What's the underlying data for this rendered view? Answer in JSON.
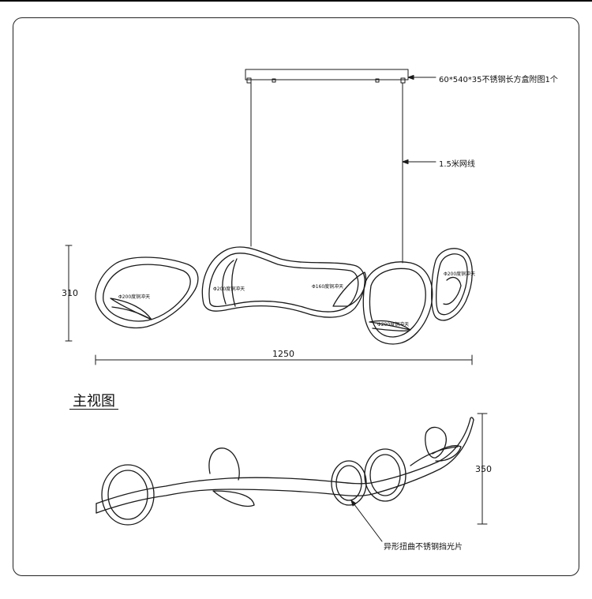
{
  "front_view": {
    "title": "主视图",
    "canopy_label": "60*540*35不锈钢长方盒附图1个",
    "wire_label": "1.5米网线",
    "height_dim": "310",
    "width_dim": "1250",
    "shade_labels": [
      "Φ200度铜冲天",
      "Φ200度铜冲天",
      "Φ160度铜冲天",
      "Φ200度铜冲天",
      "Φ200度铜冲天"
    ]
  },
  "side_view": {
    "height_dim": "350",
    "part_label": "异形扭曲不锈钢挡光片"
  }
}
